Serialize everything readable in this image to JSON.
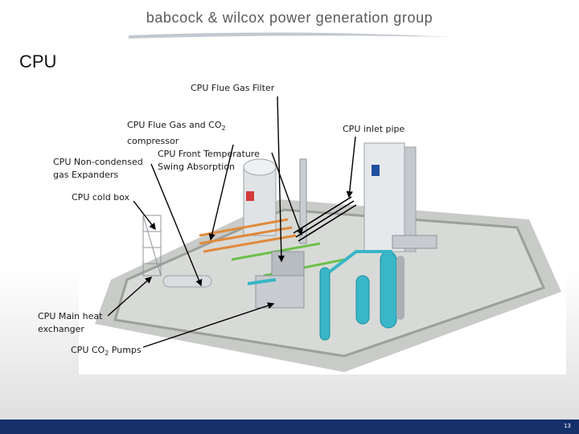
{
  "header": {
    "company": "babcock & wilcox power generation group"
  },
  "slide": {
    "title": "CPU",
    "page_number": "13"
  },
  "callouts": {
    "flue_gas_filter": "CPU Flue Gas Filter",
    "compressor_line1": "CPU Flue Gas and CO",
    "compressor_sub": "2",
    "compressor_line2": "compressor",
    "inlet_pipe": "CPU inlet pipe",
    "front_temp_line1": "CPU Front Temperature",
    "front_temp_line2": "Swing Absorption",
    "expanders_line1": "CPU Non-condensed",
    "expanders_line2": "gas Expanders",
    "cold_box": "CPU cold box",
    "heat_exchanger_line1": "CPU Main heat",
    "heat_exchanger_line2": "exchanger",
    "pumps_prefix": "CPU CO",
    "pumps_sub": "2",
    "pumps_suffix": " Pumps"
  },
  "colors": {
    "footer": "#16306b",
    "pipe_blue": "#39b6c8",
    "pipe_orange": "#e08a3c",
    "pipe_green": "#6cc04a"
  }
}
